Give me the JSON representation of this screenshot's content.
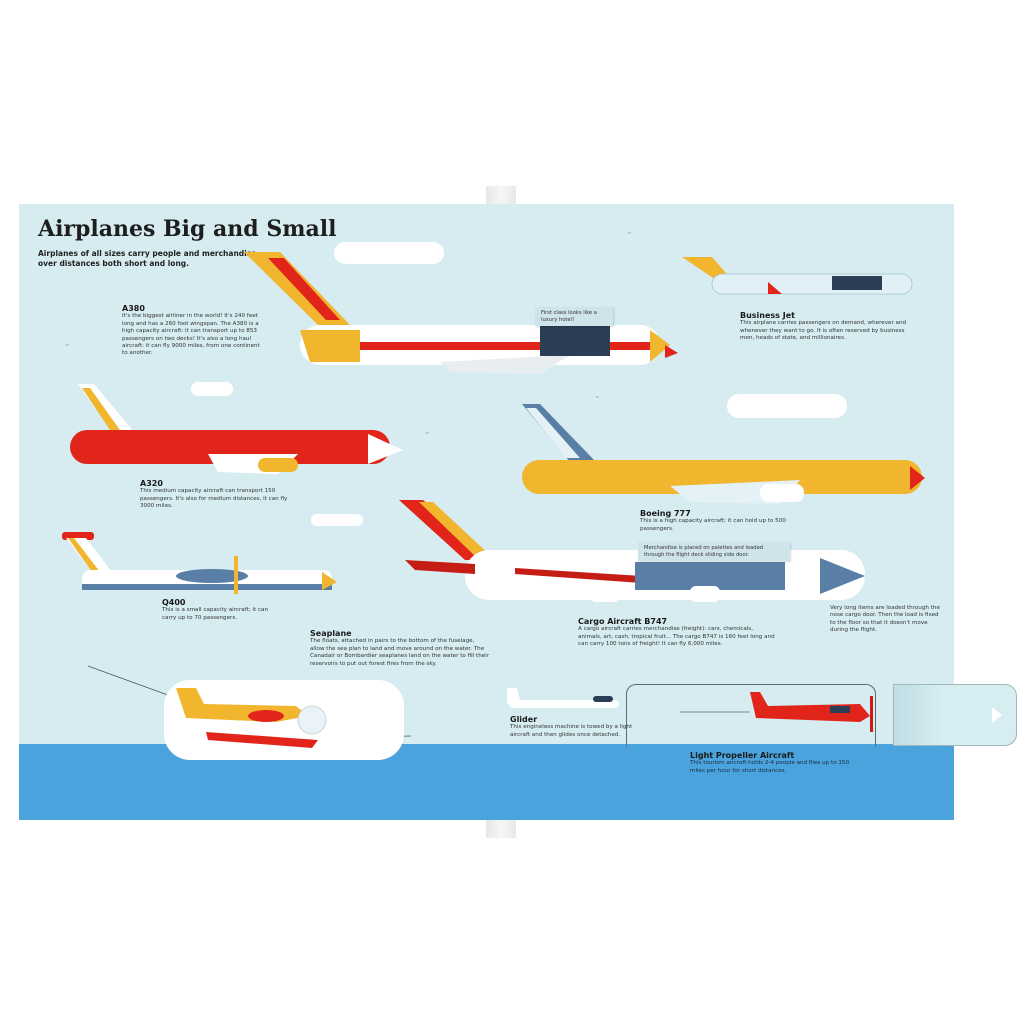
{
  "page": {
    "title": "Airplanes Big and Small",
    "subtitle": "Airplanes of all sizes carry people and merchandise over distances both short and long.",
    "colors": {
      "sky": "#d6ecf1",
      "sea": "#4aa3dc",
      "yellow": "#f2b52e",
      "red": "#e1251b",
      "slate": "#5a7fa6"
    }
  },
  "aircraft": {
    "a380": {
      "name": "A380",
      "text": "It's the biggest airliner in the world! It's 240 feet long and has a 260 foot wingspan. The A380 is a high capacity aircraft: it can transport up to 853 passengers on two decks! It's also a long haul aircraft: it can fly 9000 miles, from one continent to another.",
      "callout": "First class looks like a luxury hotel!"
    },
    "business_jet": {
      "name": "Business Jet",
      "text": "This airplane carries passengers on demand, wherever and whenever they want to go. It is often reserved by business men, heads of state, and millionaires."
    },
    "a320": {
      "name": "A320",
      "text": "This medium capacity aircraft can transport 150 passengers. It's also for medium distances, it can fly 3000 miles."
    },
    "boeing777": {
      "name": "Boeing 777",
      "text": "This is a high capacity aircraft; it can hold up to 500 passengers."
    },
    "q400": {
      "name": "Q400",
      "text": "This is a small capacity aircraft; it can carry up to 70 passengers."
    },
    "seaplane": {
      "name": "Seaplane",
      "text": "The floats, attached in pairs to the bottom of the fuselage, allow the sea plan to land and move around on the water. The Canadair or Bombardier seaplanes land on the water to fill their reservoirs to put out forest fires from the sky."
    },
    "cargo_b747": {
      "name": "Cargo Aircraft B747",
      "text": "A cargo aircraft carries merchandise (freight): cars, chemicals, animals, art, cash, tropical fruit... The cargo B747 is 160 feet long and can carry 100 tons of freight! It can fly 6,000 miles.",
      "callout": "Merchandise is placed on palettes and loaded through the flight deck sliding side door.",
      "nose_note": "Very long items are loaded through the nose cargo door. Then the load is fixed to the floor so that it doesn't move during the flight."
    },
    "glider": {
      "name": "Glider",
      "text": "This engineless machine is towed by a light aircraft and then glides once detached."
    },
    "light_prop": {
      "name": "Light Propeller Aircraft",
      "text": "This tourism aircraft holds 2-4 people and flies up to 150 miles per hour for short distances."
    }
  },
  "controls": {
    "pull_tab_icon": "arrow-right-icon"
  }
}
